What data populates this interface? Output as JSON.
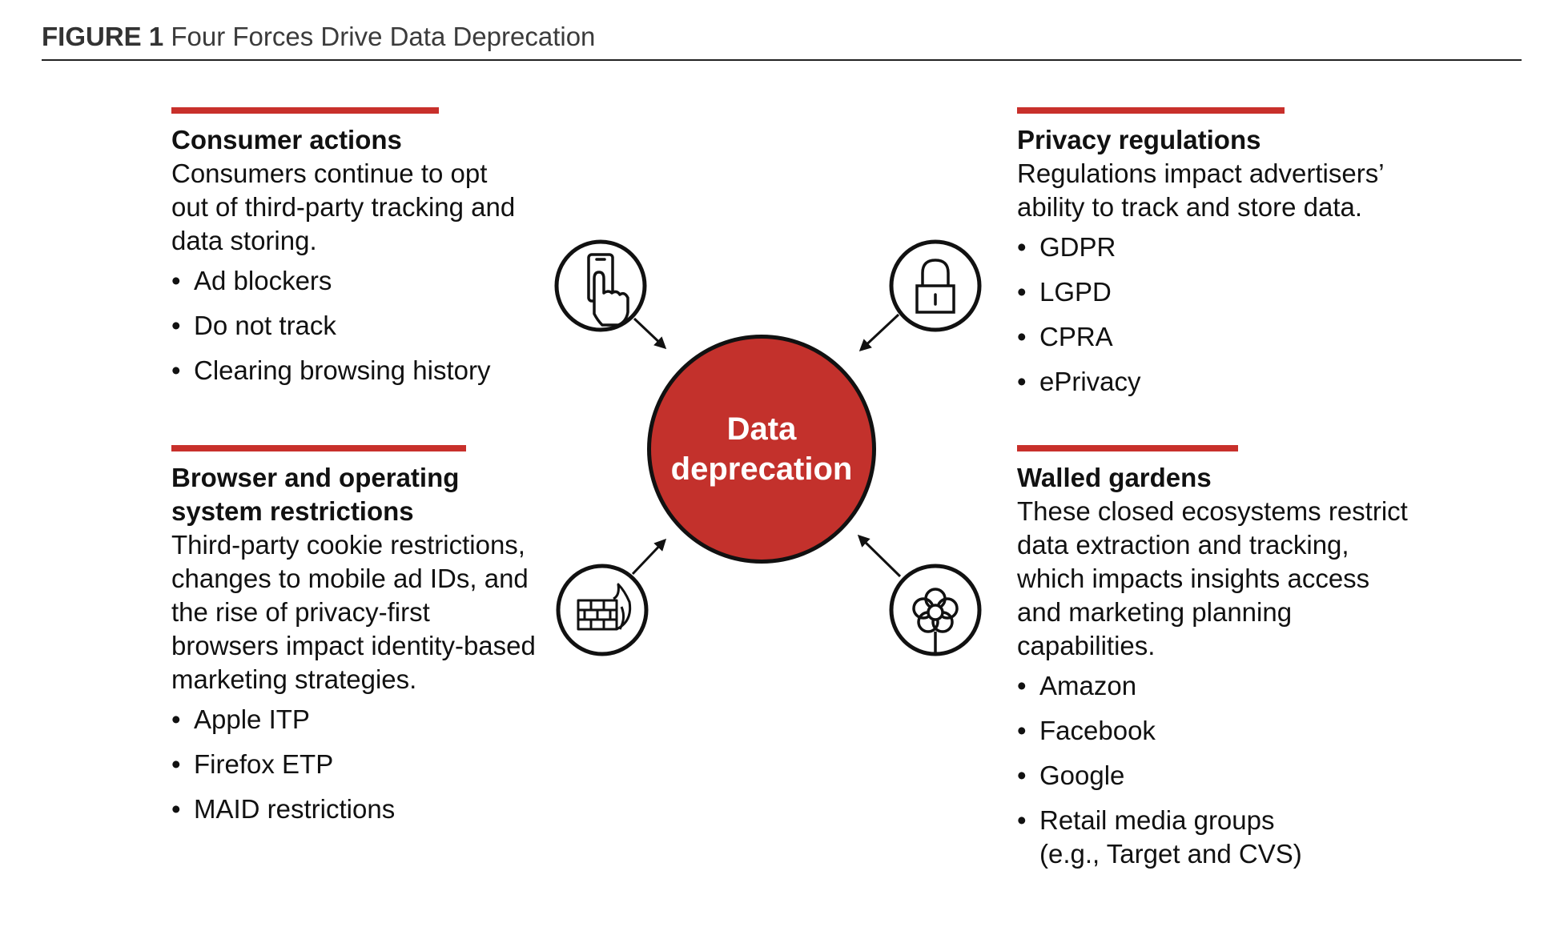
{
  "figure": {
    "label": "FIGURE 1",
    "title": "Four Forces Drive Data Deprecation"
  },
  "center": {
    "line1": "Data",
    "line2": "deprecation",
    "color": "#c3312c"
  },
  "accent_color": "#c8302b",
  "blocks": {
    "consumer": {
      "title": "Consumer actions",
      "description": "Consumers continue to opt out of third-party tracking and data storing.",
      "bullets": [
        "Ad blockers",
        "Do not track",
        "Clearing browsing history"
      ],
      "icon": "touch-phone-icon"
    },
    "privacy": {
      "title": "Privacy regulations",
      "description": "Regulations impact advertisers’ ability to track and store data.",
      "bullets": [
        "GDPR",
        "LGPD",
        "CPRA",
        "ePrivacy"
      ],
      "icon": "padlock-icon"
    },
    "browser": {
      "title": "Browser and operating system restrictions",
      "description": "Third-party cookie restrictions, changes to mobile ad IDs, and the rise of privacy-first browsers impact identity-based marketing strategies.",
      "bullets": [
        "Apple ITP",
        "Firefox ETP",
        "MAID restrictions"
      ],
      "icon": "firewall-icon"
    },
    "walled": {
      "title": "Walled gardens",
      "description": "These closed ecosystems restrict data extraction and tracking, which impacts insights access and marketing planning capabilities.",
      "bullets": [
        "Amazon",
        "Facebook",
        "Google",
        "Retail media groups",
        "(e.g., Target and CVS)"
      ],
      "icon": "flower-icon"
    }
  }
}
